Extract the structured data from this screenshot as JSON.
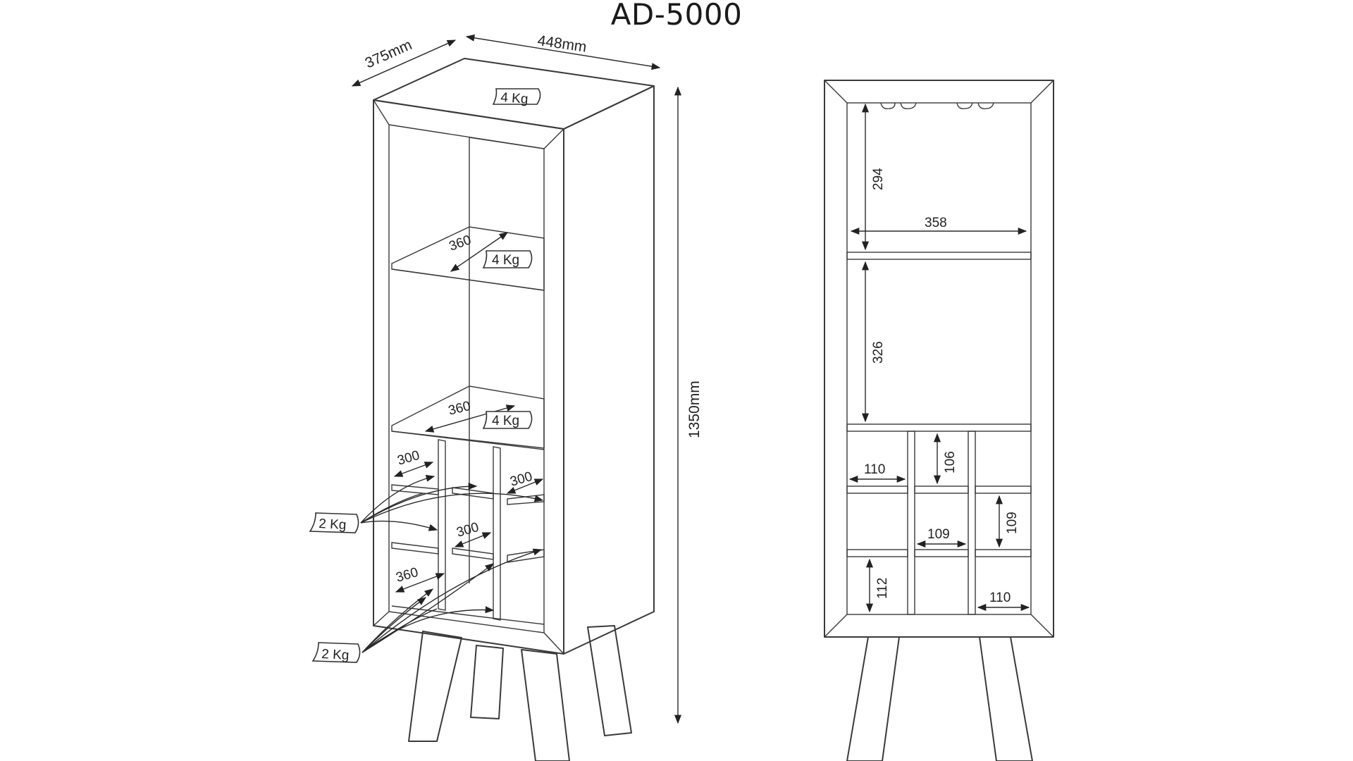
{
  "title": "AD-5000",
  "perspective_view": {
    "depth": "375mm",
    "width": "448mm",
    "height": "1350mm",
    "shelf_upper_depth": "360",
    "shelf_middle_depth": "360",
    "shelf_lower_depth": "360",
    "niche_depth_a": "300",
    "niche_depth_b": "300",
    "niche_depth_c": "300",
    "top_load": "4 Kg",
    "upper_shelf_load": "4 Kg",
    "middle_shelf_load": "4 Kg",
    "niche_load_upper": "2 Kg",
    "niche_load_lower": "2 Kg"
  },
  "front_view": {
    "top_compartment_height": "294",
    "inner_width": "358",
    "middle_compartment_height": "326",
    "niche_width_left": "110",
    "niche_height_top": "106",
    "niche_height_middle": "109",
    "niche_width_center": "109",
    "niche_height_bottom": "112",
    "niche_width_right": "110"
  }
}
